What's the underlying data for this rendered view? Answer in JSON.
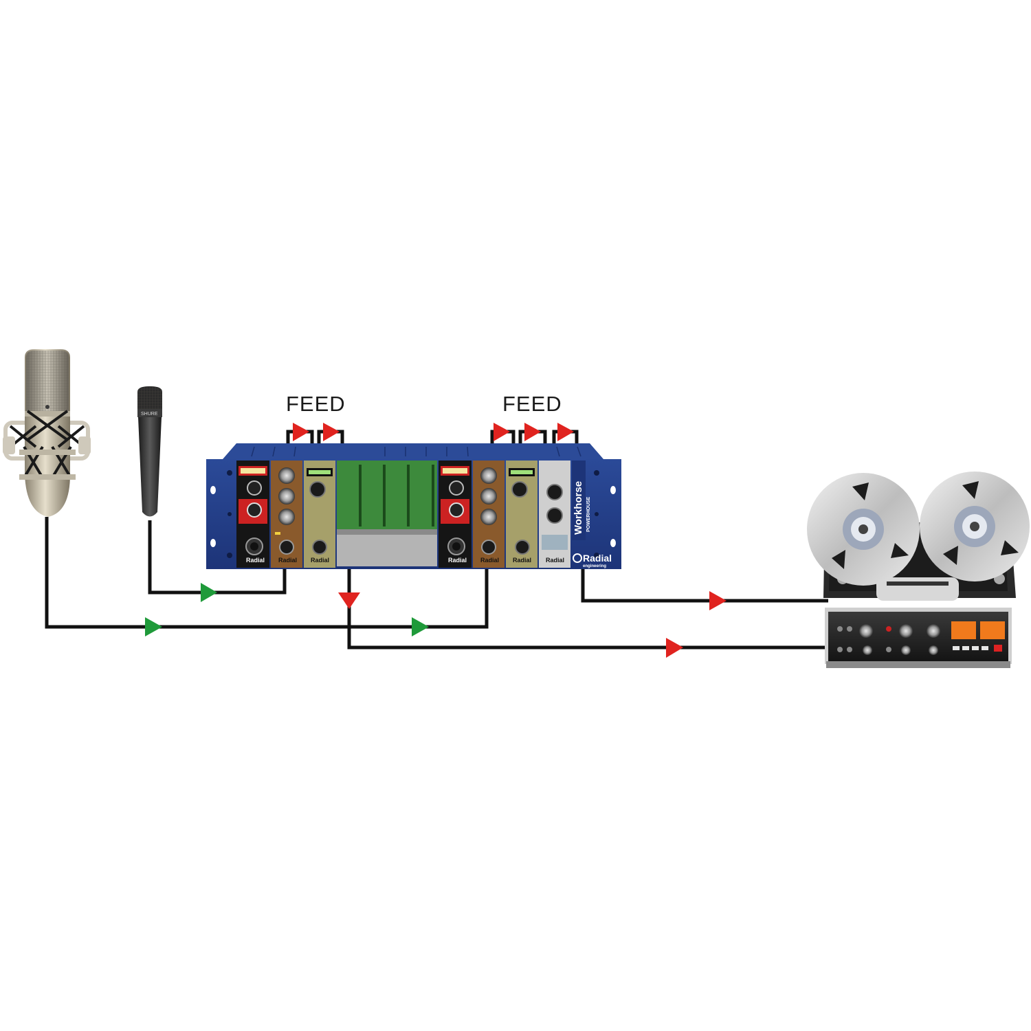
{
  "labels": {
    "feed_left": "FEED",
    "feed_right": "FEED"
  },
  "rack": {
    "brand_main": "Workhorse",
    "brand_sub": "POWERHOUSE",
    "logo": "Radial",
    "logo_sub": "engineering",
    "module_brand": "Radial"
  },
  "colors": {
    "rack_blue": "#23408a",
    "input_arrow": "#1f9a3a",
    "output_arrow": "#e0231f",
    "cable": "#111111"
  },
  "icons": {
    "condenser_mic": "condenser-microphone-icon",
    "dynamic_mic": "dynamic-microphone-icon",
    "rack": "500-series-rack-icon",
    "tape_machine": "reel-to-reel-tape-recorder-icon",
    "signal_arrow": "arrow-icon"
  }
}
